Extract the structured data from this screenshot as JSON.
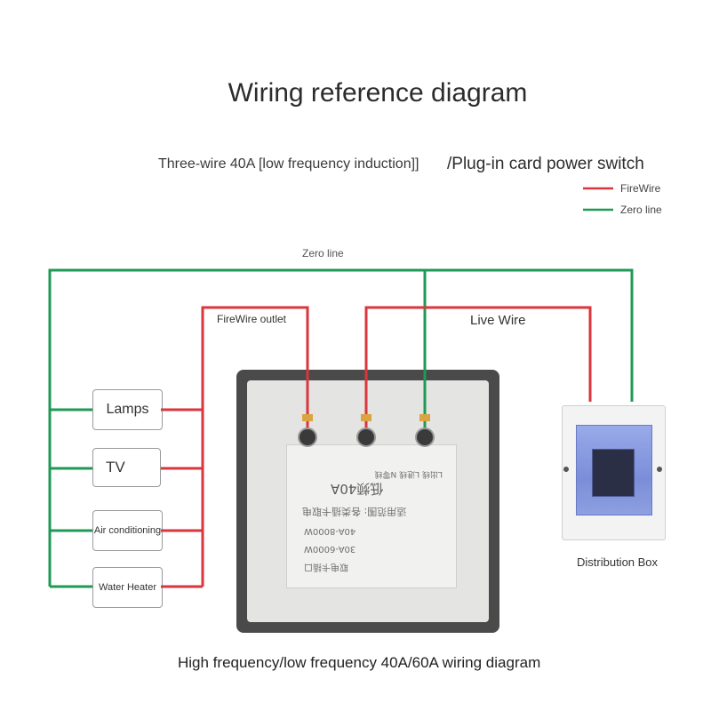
{
  "title": "Wiring reference diagram",
  "subtitle_left": "Three-wire 40A [low frequency induction]]",
  "subtitle_right": "/Plug-in card power switch",
  "legend": {
    "fire_label": "FireWire",
    "fire_color": "#d9363e",
    "zero_label": "Zero line",
    "zero_color": "#1f9a54"
  },
  "labels": {
    "zero_line": "Zero line",
    "firewire_outlet": "FireWire outlet",
    "live_wire": "Live Wire",
    "distribution_box": "Distribution Box"
  },
  "appliances": {
    "lamps": "Lamps",
    "tv": "TV",
    "air_conditioning": "Air conditioning",
    "water_heater": "Water Heater"
  },
  "switch_module": {
    "rating": "低频40A",
    "line1": "适用范围: 各类插卡取电",
    "line2": "40A-8000W",
    "line3": "30A-6000W",
    "line4": "取电卡插口",
    "terminals": "L出线   L进线   N零线"
  },
  "caption": "High frequency/low frequency 40A/60A wiring diagram"
}
